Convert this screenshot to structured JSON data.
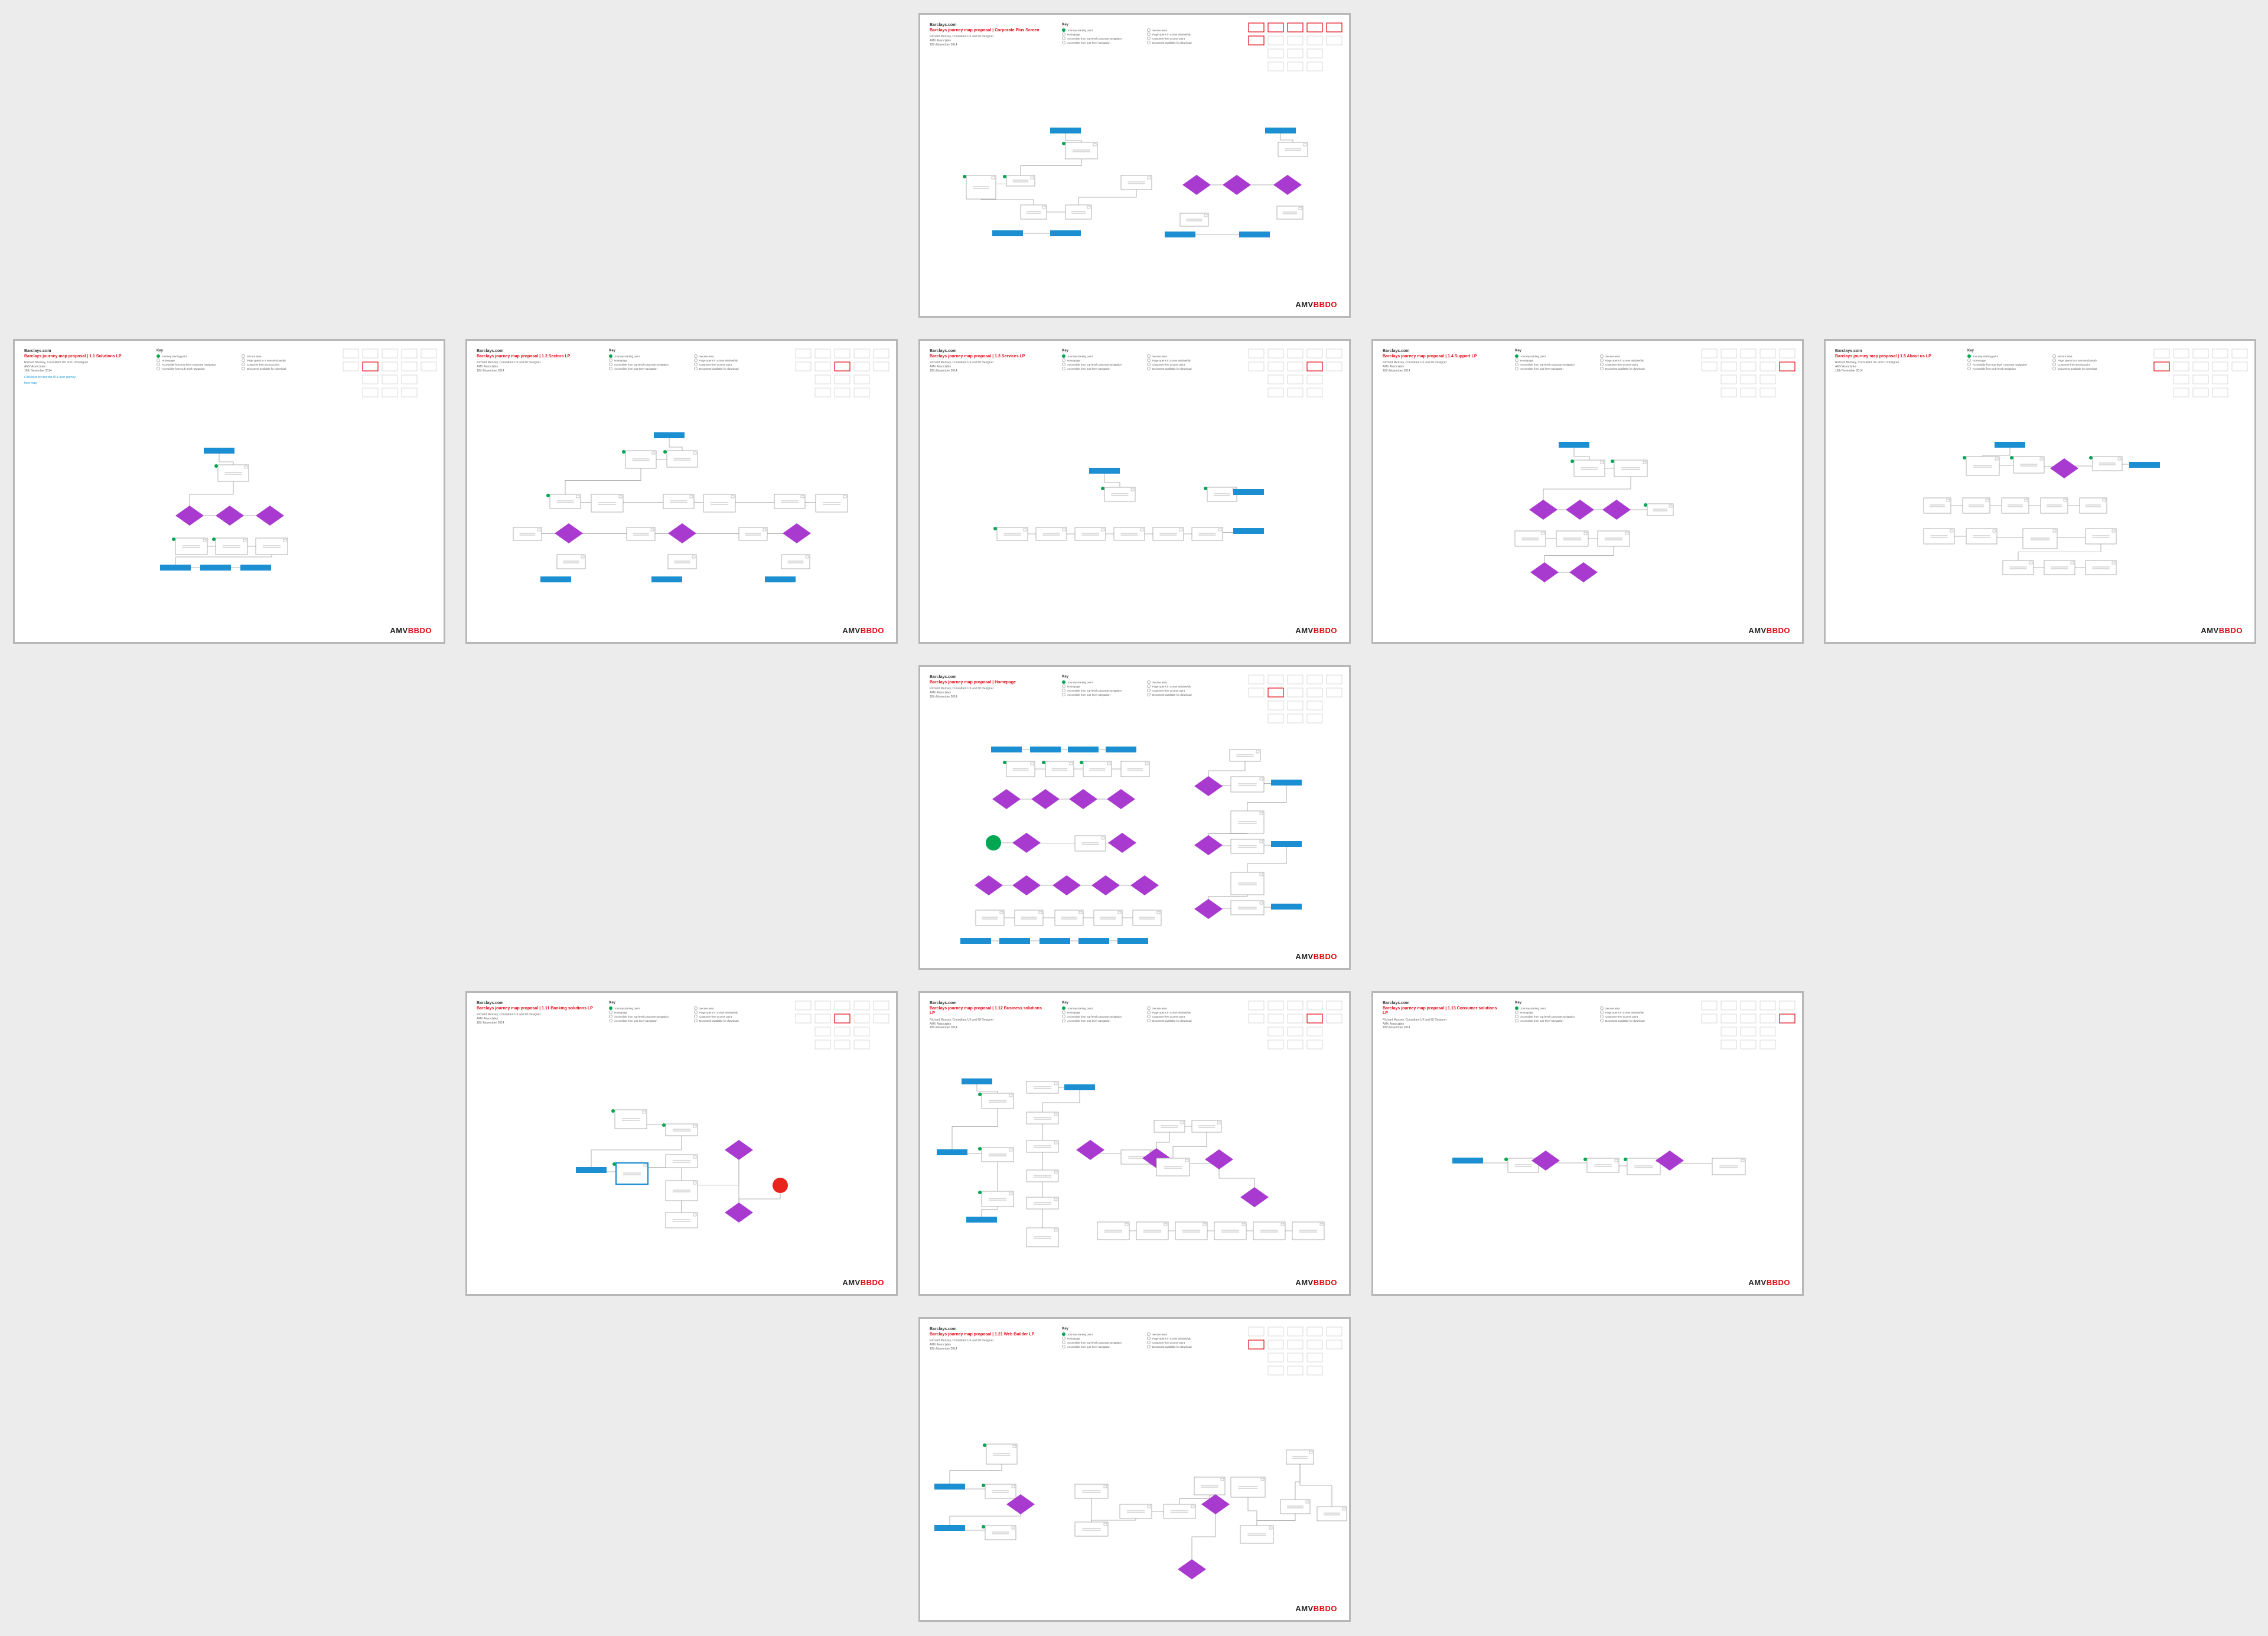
{
  "common": {
    "brand": "Barclays.com",
    "meta": "Richard Munsey, Consultant UX and UI Designer\nAMV Associates\n18th November 2014",
    "key_title": "Key",
    "key_items": [
      "Journey starting point",
      "Homepage",
      "Accessible from top-level corporate navigation",
      "Accessible from sub-level navigation",
      "Secure area",
      "Page opens in a new window/tab",
      "Customer-free access point",
      "Document available for download"
    ],
    "logo_a": "AMV",
    "logo_b": "BBDO"
  },
  "colors": {
    "decision": "#a93ad0",
    "entry": "#1b8fd1",
    "start": "#00a651",
    "stop": "#e8241c",
    "title": "#e30613",
    "board": "#ececec"
  },
  "slides": [
    {
      "title": "Barclays journey map proposal  |  Corporate Plus Screen"
    },
    {
      "title": "Barclays journey map proposal  |  1.1 Solutions LP",
      "note": "Click here to view the IA & user journey",
      "note2": "Intro map"
    },
    {
      "title": "Barclays journey map proposal  |  1.2 Sectors LP"
    },
    {
      "title": "Barclays journey map proposal  |  1.3 Services LP"
    },
    {
      "title": "Barclays journey map proposal  |  1.4 Support LP"
    },
    {
      "title": "Barclays journey map proposal  |  1.5 About us LP"
    },
    {
      "title": "Barclays journey map proposal  |  Homepage"
    },
    {
      "title": "Barclays journey map proposal  |  1.11 Banking solutions LP"
    },
    {
      "title": "Barclays journey map proposal  |  1.12 Business solutions LP"
    },
    {
      "title": "Barclays journey map proposal  |  1.13 Consumer solutions LP"
    },
    {
      "title": "Barclays journey map proposal  |  1.21 Web Builder LP"
    }
  ]
}
